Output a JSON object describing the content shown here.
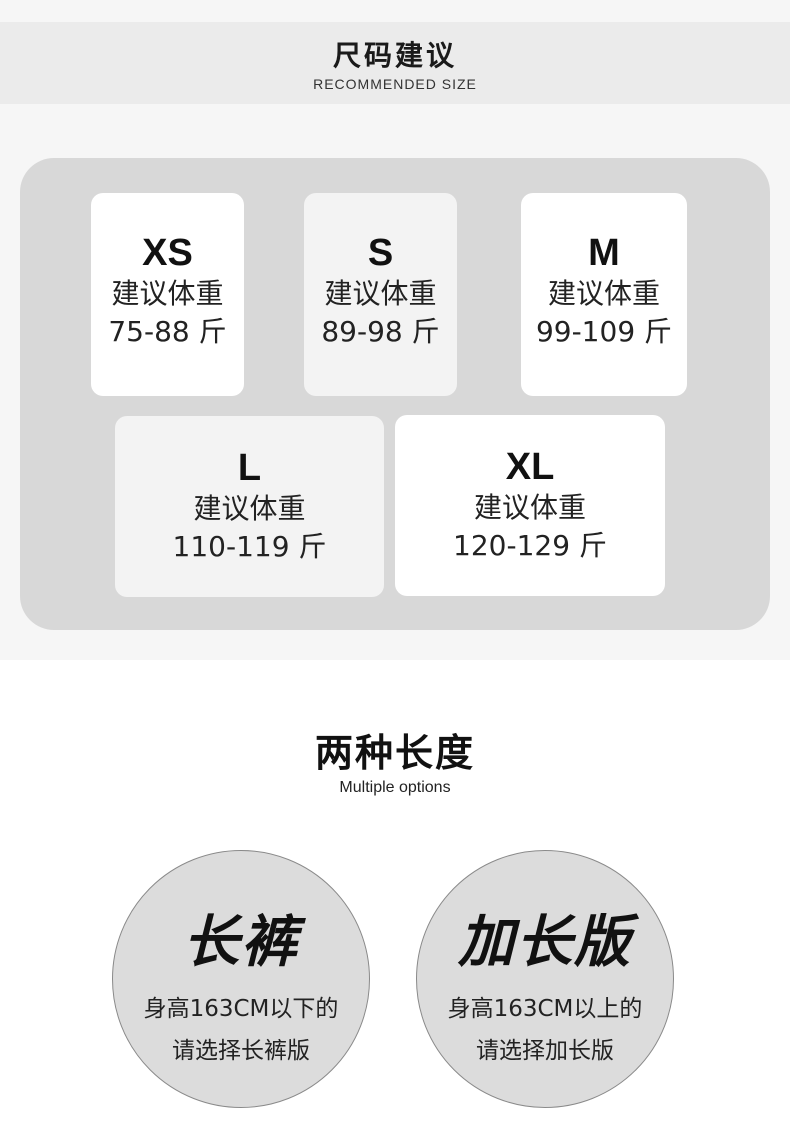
{
  "header": {
    "title": "尺码建议",
    "subtitle": "RECOMMENDED SIZE"
  },
  "sizes": [
    {
      "size": "XS",
      "label": "建议体重",
      "range": "75-88 斤"
    },
    {
      "size": "S",
      "label": "建议体重",
      "range": "89-98 斤"
    },
    {
      "size": "M",
      "label": "建议体重",
      "range": "99-109 斤"
    },
    {
      "size": "L",
      "label": "建议体重",
      "range": "110-119 斤"
    },
    {
      "size": "XL",
      "label": "建议体重",
      "range": "120-129 斤"
    }
  ],
  "lengths": {
    "title": "两种长度",
    "subtitle": "Multiple options",
    "options": [
      {
        "name": "长裤",
        "line1": "身高163CM以下的",
        "line2": "请选择长裤版"
      },
      {
        "name": "加长版",
        "line1": "身高163CM以上的",
        "line2": "请选择加长版"
      }
    ]
  },
  "colors": {
    "band": "#ebebeb",
    "panel": "#d8d8d8",
    "card_white": "#ffffff",
    "card_light": "#f3f3f3",
    "circle": "#dcdcdc"
  }
}
